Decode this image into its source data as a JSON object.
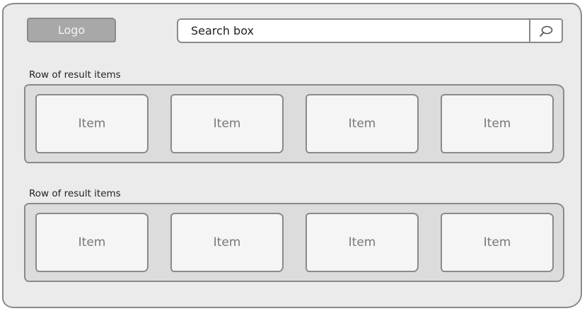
{
  "header": {
    "logo_label": "Logo",
    "search": {
      "value": "Search box",
      "button_icon": "search-icon"
    }
  },
  "rows": [
    {
      "label": "Row of result items",
      "items": [
        "Item",
        "Item",
        "Item",
        "Item"
      ]
    },
    {
      "label": "Row of result items",
      "items": [
        "Item",
        "Item",
        "Item",
        "Item"
      ]
    }
  ],
  "colors": {
    "frame_bg": "#ebebeb",
    "row_bg": "#dcdcdc",
    "item_bg": "#f5f5f5",
    "logo_bg": "#a8a8a8",
    "border": "#8a8a8a"
  }
}
